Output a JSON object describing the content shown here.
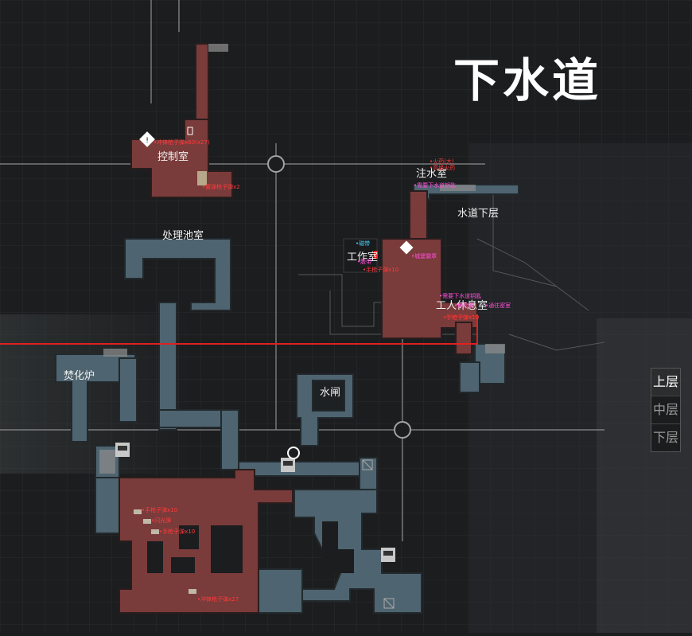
{
  "map": {
    "title": "下水道",
    "floors": [
      {
        "label": "上层",
        "active": true
      },
      {
        "label": "中层",
        "active": false
      },
      {
        "label": "下层",
        "active": false
      }
    ],
    "rooms": {
      "control_room": "控制室",
      "treatment_pool_room": "处理池室",
      "incinerator": "焚化炉",
      "sluice": "水闸",
      "water_injection_room": "注水室",
      "sewer_lower": "水道下层",
      "workshop": "工作室",
      "workers_lounge": "工人休息室"
    },
    "items": {
      "ctrl_1": "•冲锋枪子弹x60(x27)",
      "ctrl_2": "•霰弹枪子弹x2",
      "inj_1": "•火药(大)",
      "inj_2": "•高级火药",
      "inj_3": "•需要下水道钥匙",
      "ws_1": "•磁带",
      "ws_2": "•胶带",
      "ws_3": "•城堡徽章",
      "ws_4": "•手枪子弹x10",
      "wl_1": "•需要下水道钥匙",
      "wl_2": "•保险箱",
      "wl_3": "•通往密室",
      "wl_4": "•手枪子弹x10",
      "lo_1": "•手枪子弹x10",
      "lo_2": "•闪光弹",
      "lo_3": "•手枪子弹x10",
      "lo_4": "•冲锋枪子弹x27"
    },
    "colors": {
      "explored": "#7a3b3b",
      "unexplored": "#4e6470",
      "route": "#e02020",
      "grid": "#3a3d40"
    },
    "icons": [
      "typewriter-icon",
      "save-icon",
      "key-icon",
      "item-box-icon",
      "door-icon"
    ]
  }
}
